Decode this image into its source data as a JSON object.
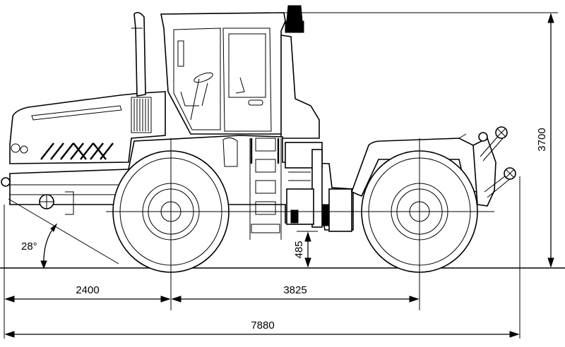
{
  "dimensions": {
    "rear_axle_to_front": "2400",
    "wheelbase": "3825",
    "overall_length": "7880",
    "overall_height": "3700",
    "ground_clearance": "485",
    "approach_angle": "28°"
  },
  "colors": {
    "line": "#000000",
    "background": "#ffffff"
  }
}
